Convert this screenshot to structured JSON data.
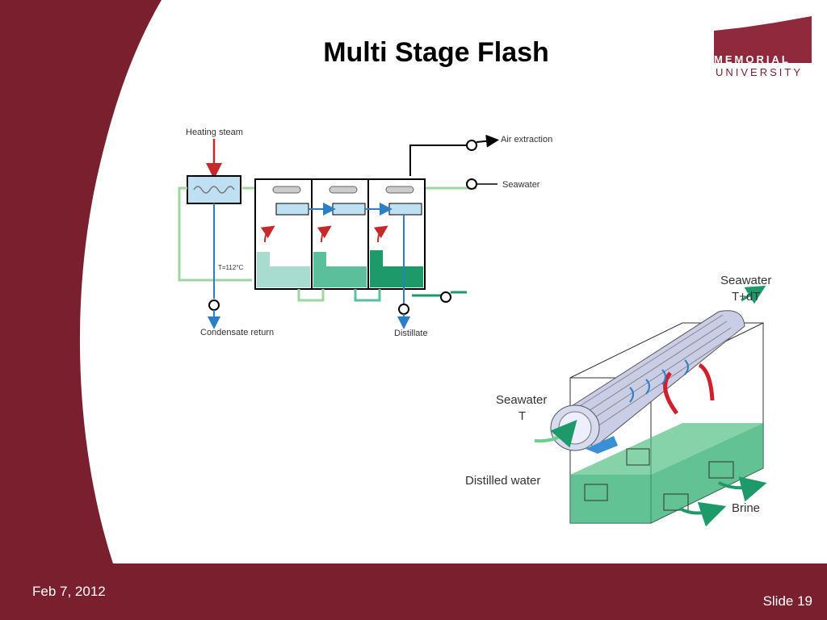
{
  "slide": {
    "title": "Multi Stage Flash",
    "logo_line1": "MEMORIAL",
    "logo_line2": "UNIVERSITY",
    "date": "Feb 7, 2012",
    "slide_number": "Slide 19"
  },
  "schematic": {
    "heating_steam": "Heating steam",
    "air_extraction": "Air extraction",
    "seawater": "Seawater",
    "temperature": "T=112°C",
    "condensate_return": "Condensate return",
    "distillate": "Distillate"
  },
  "stage_3d": {
    "seawater_out": "Seawater",
    "seawater_out_temp": "T+dT",
    "seawater_in": "Seawater",
    "seawater_in_temp": "T",
    "distilled_water": "Distilled water",
    "brine": "Brine"
  },
  "colors": {
    "maroon": "#7a1f2e",
    "seawater_line": "#9fd6a0",
    "steam_red": "#c42a2a",
    "distillate_blue": "#2b7fc6",
    "brine_green": "#1e9a6a"
  }
}
